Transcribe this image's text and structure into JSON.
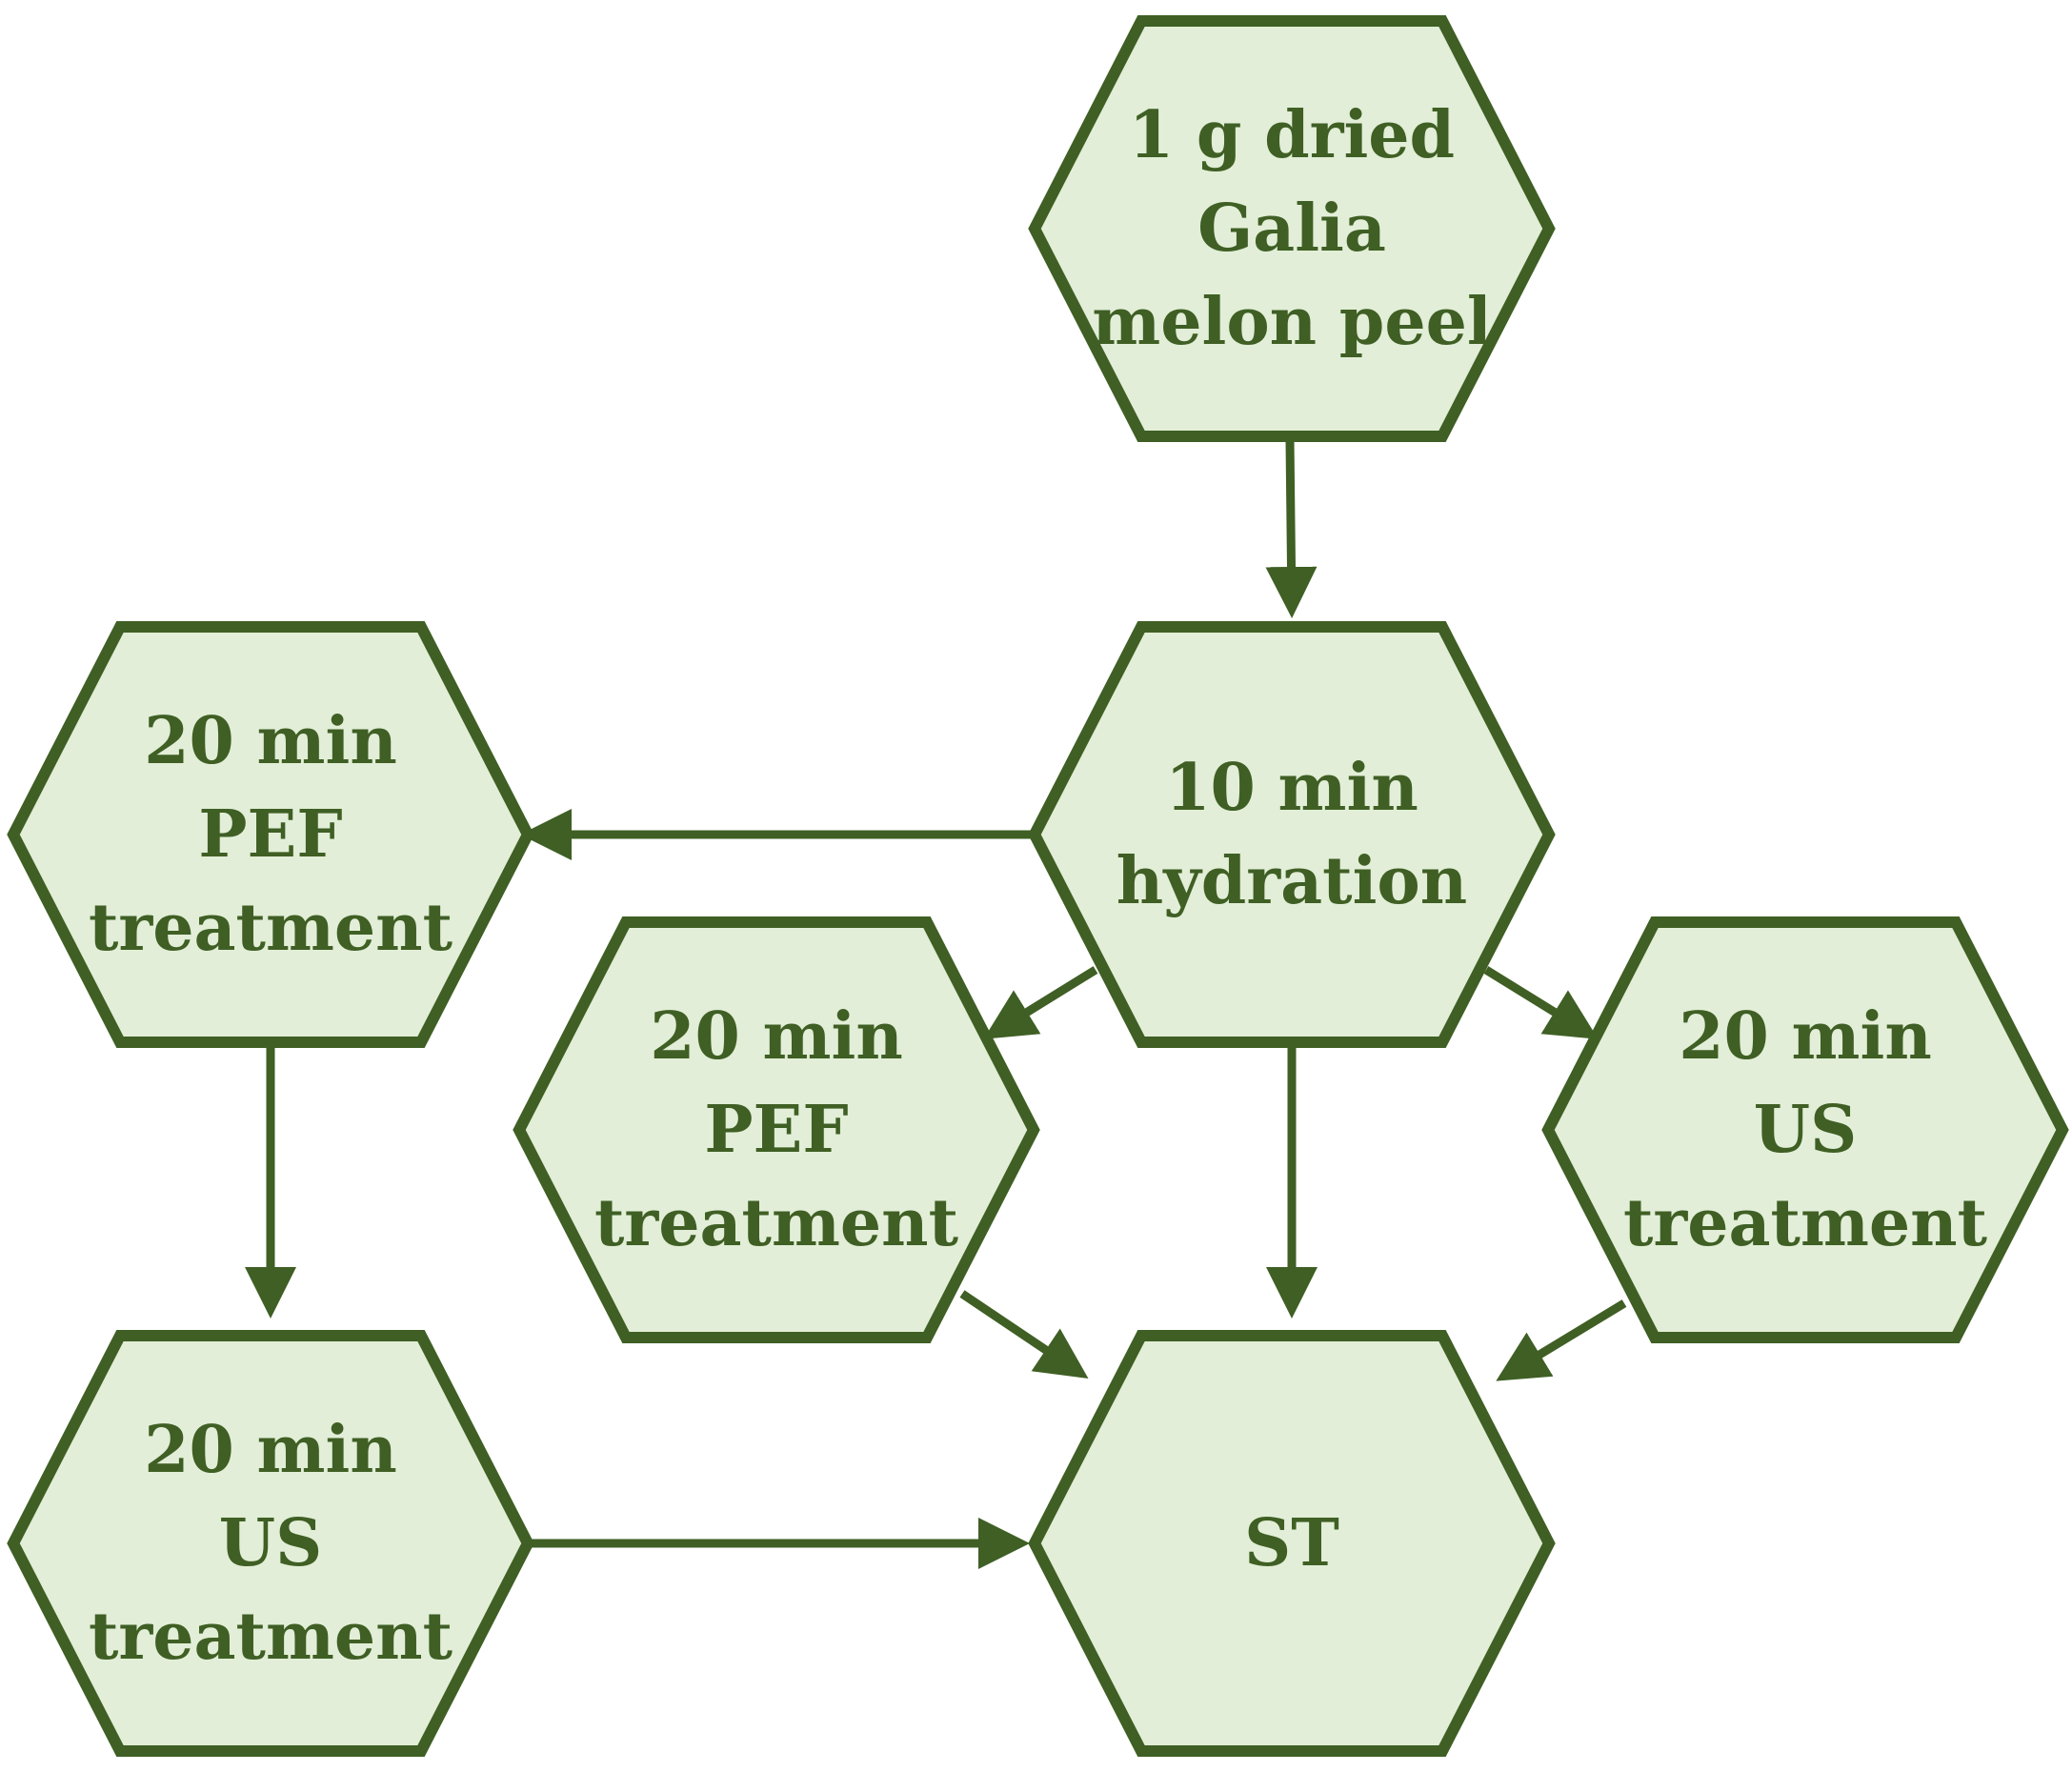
{
  "colors": {
    "node_fill": "#e2eed7",
    "node_stroke": "#3f5f24",
    "edge": "#3f5f24",
    "text": "#3f5f24"
  },
  "nodes": [
    {
      "id": "start",
      "lines": [
        "1 g dried",
        "Galia",
        "melon peel"
      ]
    },
    {
      "id": "hydration",
      "lines": [
        "10 min",
        "hydration"
      ]
    },
    {
      "id": "pef-left",
      "lines": [
        "20 min",
        "PEF",
        "treatment"
      ]
    },
    {
      "id": "pef-mid",
      "lines": [
        "20 min",
        "PEF",
        "treatment"
      ]
    },
    {
      "id": "us-right",
      "lines": [
        "20 min",
        "US",
        "treatment"
      ]
    },
    {
      "id": "us-left",
      "lines": [
        "20 min",
        "US",
        "treatment"
      ]
    },
    {
      "id": "st",
      "lines": [
        "ST"
      ]
    }
  ],
  "edges": [
    {
      "from": "start",
      "to": "hydration"
    },
    {
      "from": "hydration",
      "to": "pef-left"
    },
    {
      "from": "hydration",
      "to": "pef-mid"
    },
    {
      "from": "hydration",
      "to": "us-right"
    },
    {
      "from": "hydration",
      "to": "st"
    },
    {
      "from": "pef-left",
      "to": "us-left"
    },
    {
      "from": "us-left",
      "to": "st"
    },
    {
      "from": "pef-mid",
      "to": "st"
    },
    {
      "from": "us-right",
      "to": "st"
    }
  ]
}
